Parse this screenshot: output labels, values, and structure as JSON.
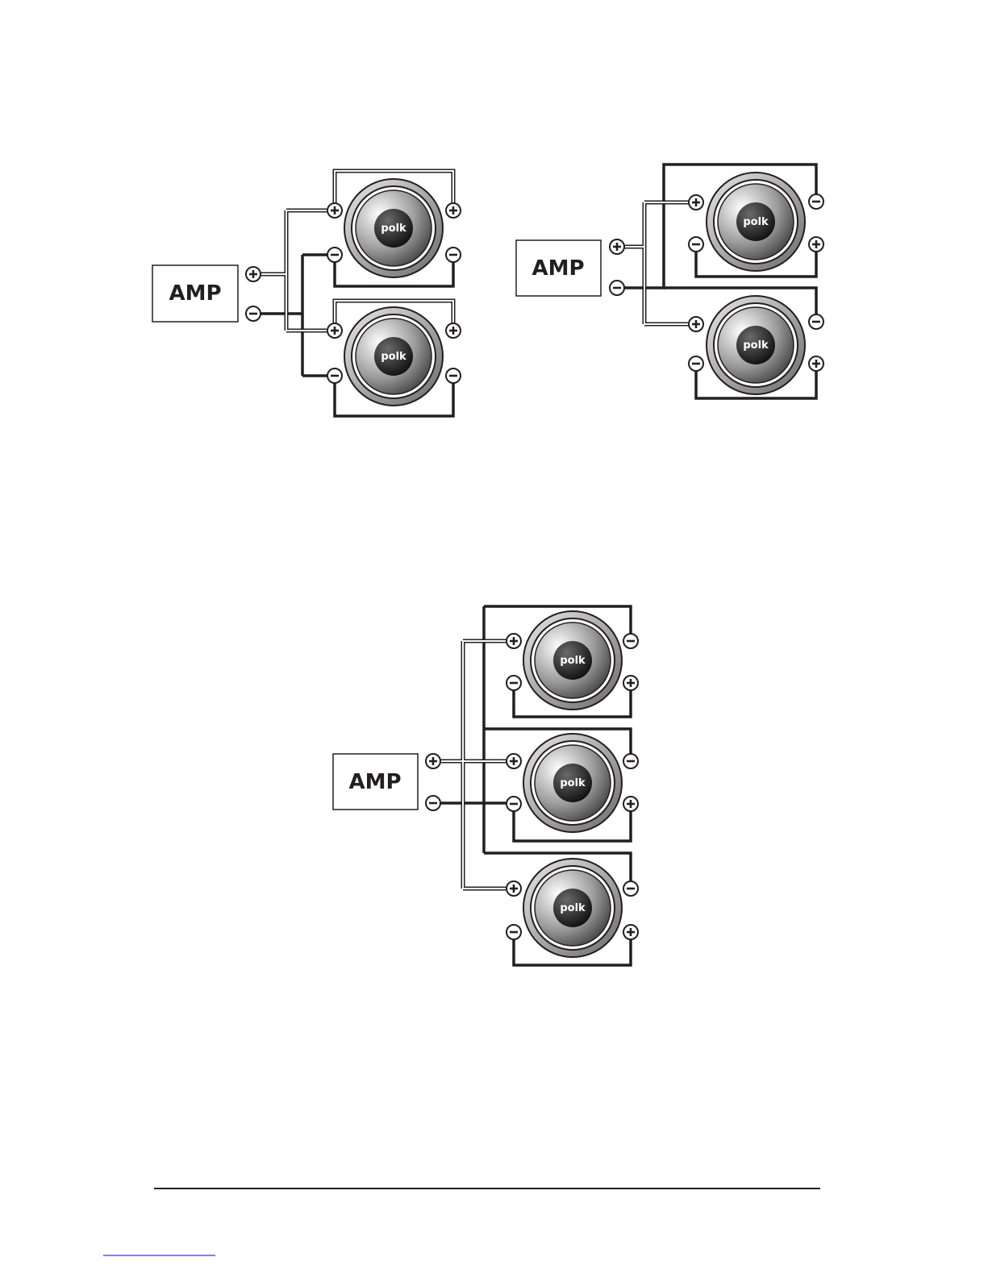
{
  "diagrams": [
    {
      "id": "two-speakers-parallel",
      "amp_label": "AMP",
      "speakers": [
        {
          "logo": "polk"
        },
        {
          "logo": "polk"
        }
      ]
    },
    {
      "id": "two-speakers-series-parallel",
      "amp_label": "AMP",
      "speakers": [
        {
          "logo": "polk"
        },
        {
          "logo": "polk"
        }
      ]
    },
    {
      "id": "three-speakers",
      "amp_label": "AMP",
      "speakers": [
        {
          "logo": "polk"
        },
        {
          "logo": "polk"
        },
        {
          "logo": "polk"
        }
      ]
    }
  ],
  "colors": {
    "ink": "#231f20",
    "paper": "#ffffff",
    "footer_link": "#0000ff"
  }
}
